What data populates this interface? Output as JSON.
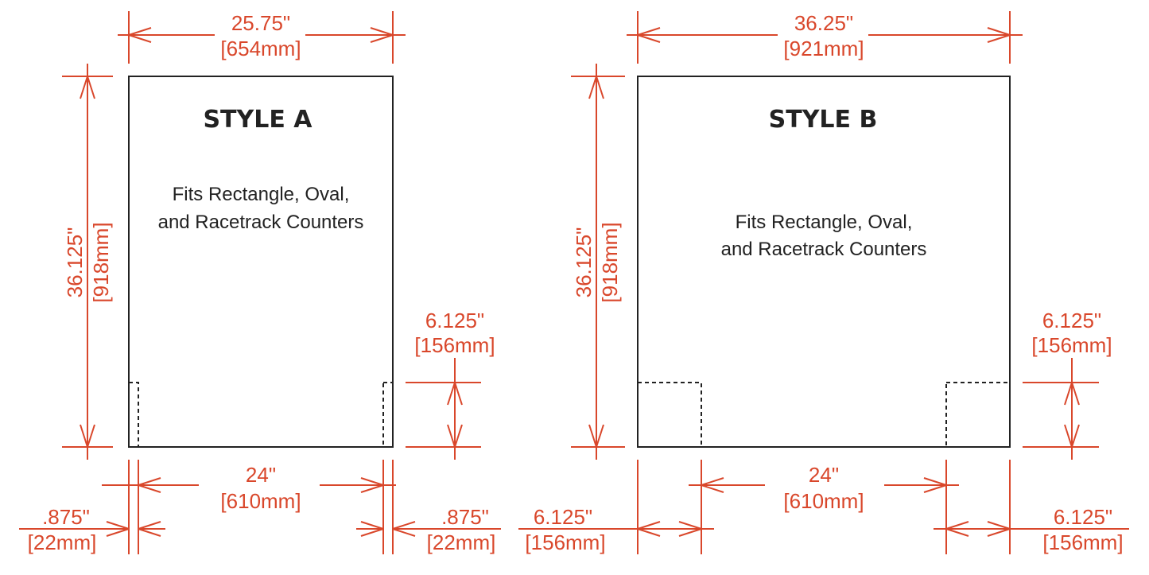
{
  "style_a": {
    "title": "STYLE A",
    "description_line1": "Fits Rectangle, Oval,",
    "description_line2": "and Racetrack Counters",
    "width_in": "25.75\"",
    "width_mm": "[654mm]",
    "height_in": "36.125\"",
    "height_mm": "[918mm]",
    "leg_height_in": "6.125\"",
    "leg_height_mm": "[156mm]",
    "inner_width_in": "24\"",
    "inner_width_mm": "[610mm]",
    "left_leg_in": ".875\"",
    "left_leg_mm": "[22mm]",
    "right_leg_in": ".875\"",
    "right_leg_mm": "[22mm]"
  },
  "style_b": {
    "title": "STYLE B",
    "description_line1": "Fits Rectangle, Oval,",
    "description_line2": "and Racetrack Counters",
    "width_in": "36.25\"",
    "width_mm": "[921mm]",
    "height_in": "36.125\"",
    "height_mm": "[918mm]",
    "leg_height_in": "6.125\"",
    "leg_height_mm": "[156mm]",
    "inner_width_in": "24\"",
    "inner_width_mm": "[610mm]",
    "left_leg_in": "6.125\"",
    "left_leg_mm": "[156mm]",
    "right_leg_in": "6.125\"",
    "right_leg_mm": "[156mm]"
  },
  "colors": {
    "dimension": "#d9472b",
    "outline": "#222222"
  }
}
